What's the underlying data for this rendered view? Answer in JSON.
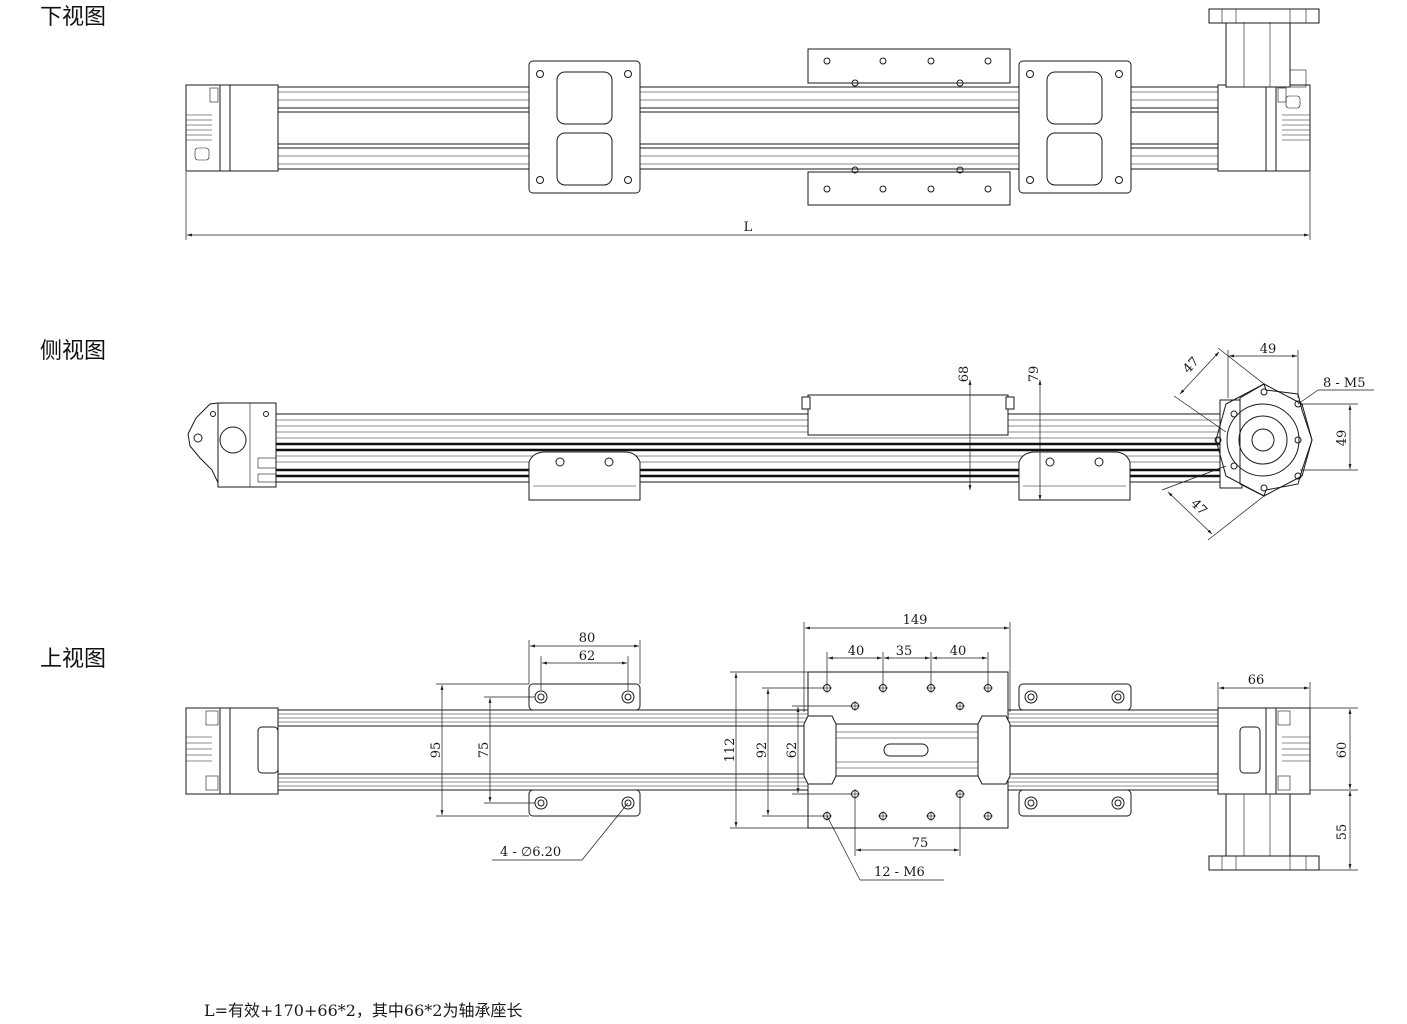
{
  "views": {
    "bottom": "下视图",
    "side": "侧视图",
    "top": "上视图"
  },
  "dims": {
    "L": "L",
    "side_68": "68",
    "side_79": "79",
    "side_47a": "47",
    "side_47b": "47",
    "side_49h": "49",
    "side_49v": "49",
    "side_m5": "8 - M5",
    "top_80": "80",
    "top_62": "62",
    "top_95": "95",
    "top_75": "75",
    "top_149": "149",
    "top_40a": "40",
    "top_35": "35",
    "top_40b": "40",
    "top_112": "112",
    "top_92": "92",
    "top_62v": "62",
    "top_75b": "75",
    "top_66": "66",
    "top_60": "60",
    "top_55": "55",
    "top_hole": "4 - ∅6.20",
    "top_m6": "12 - M6"
  },
  "note": "L=有效+170+66*2，其中66*2为轴承座长"
}
